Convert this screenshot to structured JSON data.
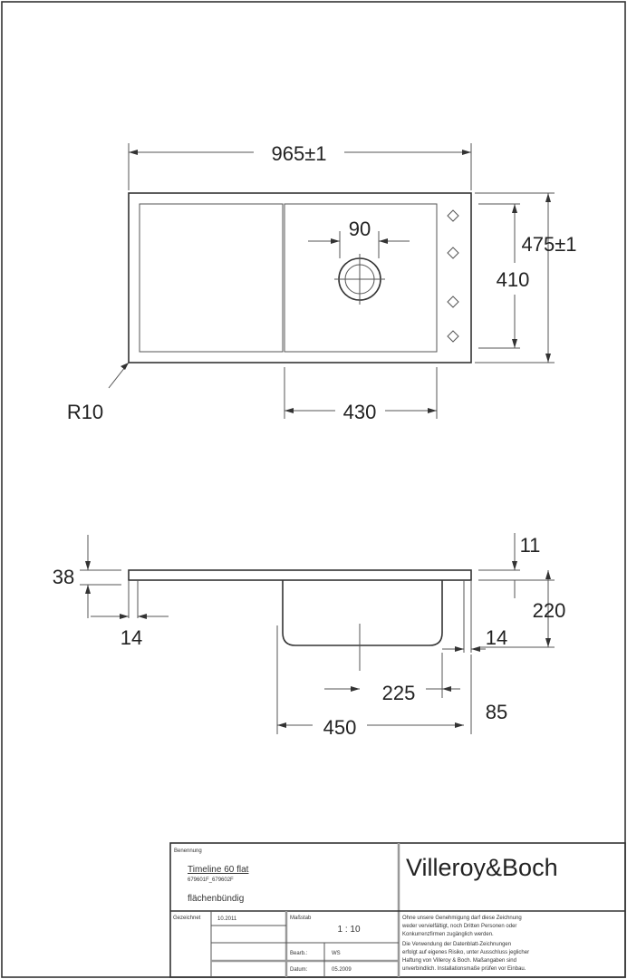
{
  "top_view": {
    "overall_width": "965±1",
    "waste_diameter": "90",
    "overall_depth": "475±1",
    "bowl_depth": "410",
    "bowl_width": "430",
    "corner_radius": "R10"
  },
  "side_view": {
    "height_38": "38",
    "left_14": "14",
    "top_11": "11",
    "depth_220": "220",
    "right_14": "14",
    "waste_offset": "225",
    "bowl_width": "450",
    "right_85": "85"
  },
  "title_block": {
    "designation_label": "Benennung",
    "product_name": "Timeline 60 flat",
    "article_numbers": "679601F_679602F",
    "mounting": "flächenbündig",
    "drawn_label": "Gezeichnet",
    "drawn_date": "10.2011",
    "scale_label": "Maßstab",
    "scale": "1 : 10",
    "edited_label": "Bearb.:",
    "edited_by": "WS",
    "date_label": "Datum:",
    "date": "05.2009",
    "brand": "Villeroy&Boch",
    "legal_lines": [
      "Ohne unsere Genehmigung darf diese Zeichnung",
      "weder vervielfältigt, noch Dritten Personen oder",
      "Konkurrenzfirmen zugänglich werden.",
      "Die Verwendung der Datenblatt-Zeichnungen",
      "erfolgt auf eigenes Risiko, unter Ausschluss jeglicher",
      "Haftung von Villeroy & Boch. Maßangaben sind",
      "unverbindlich. Installationsmaße prüfen vor Einbau."
    ]
  }
}
